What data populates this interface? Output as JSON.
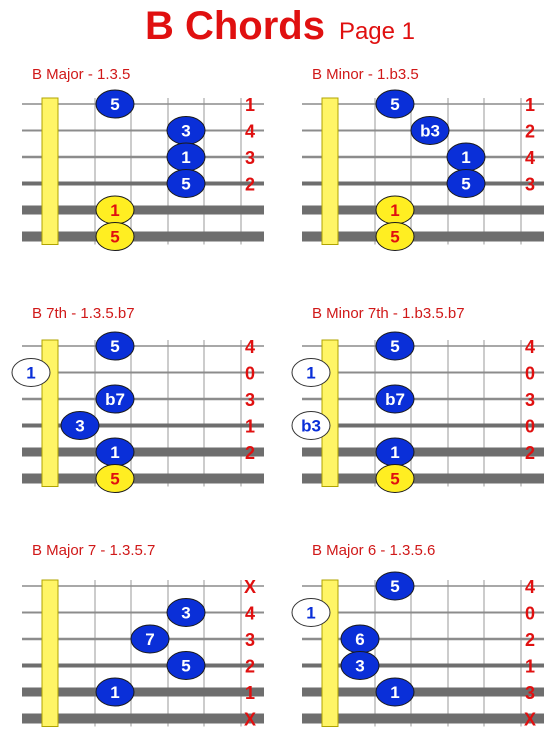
{
  "page": {
    "title": "B  Chords",
    "subtitle": "Page 1"
  },
  "colors": {
    "title": "#e01010",
    "string_thin": "#8c8c8c",
    "string_thick": "#6e6e6e",
    "nut_fill": "#fff566",
    "nut_stroke": "#b0a400",
    "fret_line": "#9a9a9a",
    "fret_number": "#e01010",
    "note_blue": "#0a2fd8",
    "note_yellow": "#ffee22",
    "note_white": "#ffffff",
    "text_blue_note": "#ffffff",
    "text_yellow_note": "#e01010",
    "text_white_note": "#0a2fd8"
  },
  "chords": [
    {
      "title": "B  Major - 1.3.5",
      "string_labels": [
        "1",
        "4",
        "3",
        "2",
        "",
        ""
      ],
      "notes": [
        {
          "string": 1,
          "fret": 2,
          "label": "5",
          "style": "blue"
        },
        {
          "string": 2,
          "fret": 4,
          "label": "3",
          "style": "blue"
        },
        {
          "string": 3,
          "fret": 4,
          "label": "1",
          "style": "blue"
        },
        {
          "string": 4,
          "fret": 4,
          "label": "5",
          "style": "blue"
        },
        {
          "string": 5,
          "fret": 2,
          "label": "1",
          "style": "yellow"
        },
        {
          "string": 6,
          "fret": 2,
          "label": "5",
          "style": "yellow"
        }
      ]
    },
    {
      "title": "B  Minor - 1.b3.5",
      "string_labels": [
        "1",
        "2",
        "4",
        "3",
        "",
        ""
      ],
      "notes": [
        {
          "string": 1,
          "fret": 2,
          "label": "5",
          "style": "blue"
        },
        {
          "string": 2,
          "fret": 3,
          "label": "b3",
          "style": "blue"
        },
        {
          "string": 3,
          "fret": 4,
          "label": "1",
          "style": "blue"
        },
        {
          "string": 4,
          "fret": 4,
          "label": "5",
          "style": "blue"
        },
        {
          "string": 5,
          "fret": 2,
          "label": "1",
          "style": "yellow"
        },
        {
          "string": 6,
          "fret": 2,
          "label": "5",
          "style": "yellow"
        }
      ]
    },
    {
      "title": "B 7th - 1.3.5.b7",
      "string_labels": [
        "4",
        "0",
        "3",
        "1",
        "2",
        ""
      ],
      "notes": [
        {
          "string": 1,
          "fret": 2,
          "label": "5",
          "style": "blue"
        },
        {
          "string": 2,
          "fret": 0,
          "label": "1",
          "style": "white"
        },
        {
          "string": 3,
          "fret": 2,
          "label": "b7",
          "style": "blue"
        },
        {
          "string": 4,
          "fret": 1,
          "label": "3",
          "style": "blue"
        },
        {
          "string": 5,
          "fret": 2,
          "label": "1",
          "style": "blue"
        },
        {
          "string": 6,
          "fret": 2,
          "label": "5",
          "style": "yellow"
        }
      ]
    },
    {
      "title": "B Minor 7th - 1.b3.5.b7",
      "string_labels": [
        "4",
        "0",
        "3",
        "0",
        "2",
        ""
      ],
      "notes": [
        {
          "string": 1,
          "fret": 2,
          "label": "5",
          "style": "blue"
        },
        {
          "string": 2,
          "fret": 0,
          "label": "1",
          "style": "white"
        },
        {
          "string": 3,
          "fret": 2,
          "label": "b7",
          "style": "blue"
        },
        {
          "string": 4,
          "fret": 0,
          "label": "b3",
          "style": "white"
        },
        {
          "string": 5,
          "fret": 2,
          "label": "1",
          "style": "blue"
        },
        {
          "string": 6,
          "fret": 2,
          "label": "5",
          "style": "yellow"
        }
      ]
    },
    {
      "title": "B  Major 7 - 1.3.5.7",
      "string_labels": [
        "X",
        "4",
        "3",
        "2",
        "1",
        "X"
      ],
      "notes": [
        {
          "string": 2,
          "fret": 4,
          "label": "3",
          "style": "blue"
        },
        {
          "string": 3,
          "fret": 3,
          "label": "7",
          "style": "blue"
        },
        {
          "string": 4,
          "fret": 4,
          "label": "5",
          "style": "blue"
        },
        {
          "string": 5,
          "fret": 2,
          "label": "1",
          "style": "blue"
        }
      ]
    },
    {
      "title": "B  Major 6 - 1.3.5.6",
      "string_labels": [
        "4",
        "0",
        "2",
        "1",
        "3",
        "X"
      ],
      "notes": [
        {
          "string": 1,
          "fret": 2,
          "label": "5",
          "style": "blue"
        },
        {
          "string": 2,
          "fret": 0,
          "label": "1",
          "style": "white"
        },
        {
          "string": 3,
          "fret": 1,
          "label": "6",
          "style": "blue"
        },
        {
          "string": 4,
          "fret": 1,
          "label": "3",
          "style": "blue"
        },
        {
          "string": 5,
          "fret": 2,
          "label": "1",
          "style": "blue"
        }
      ]
    }
  ]
}
